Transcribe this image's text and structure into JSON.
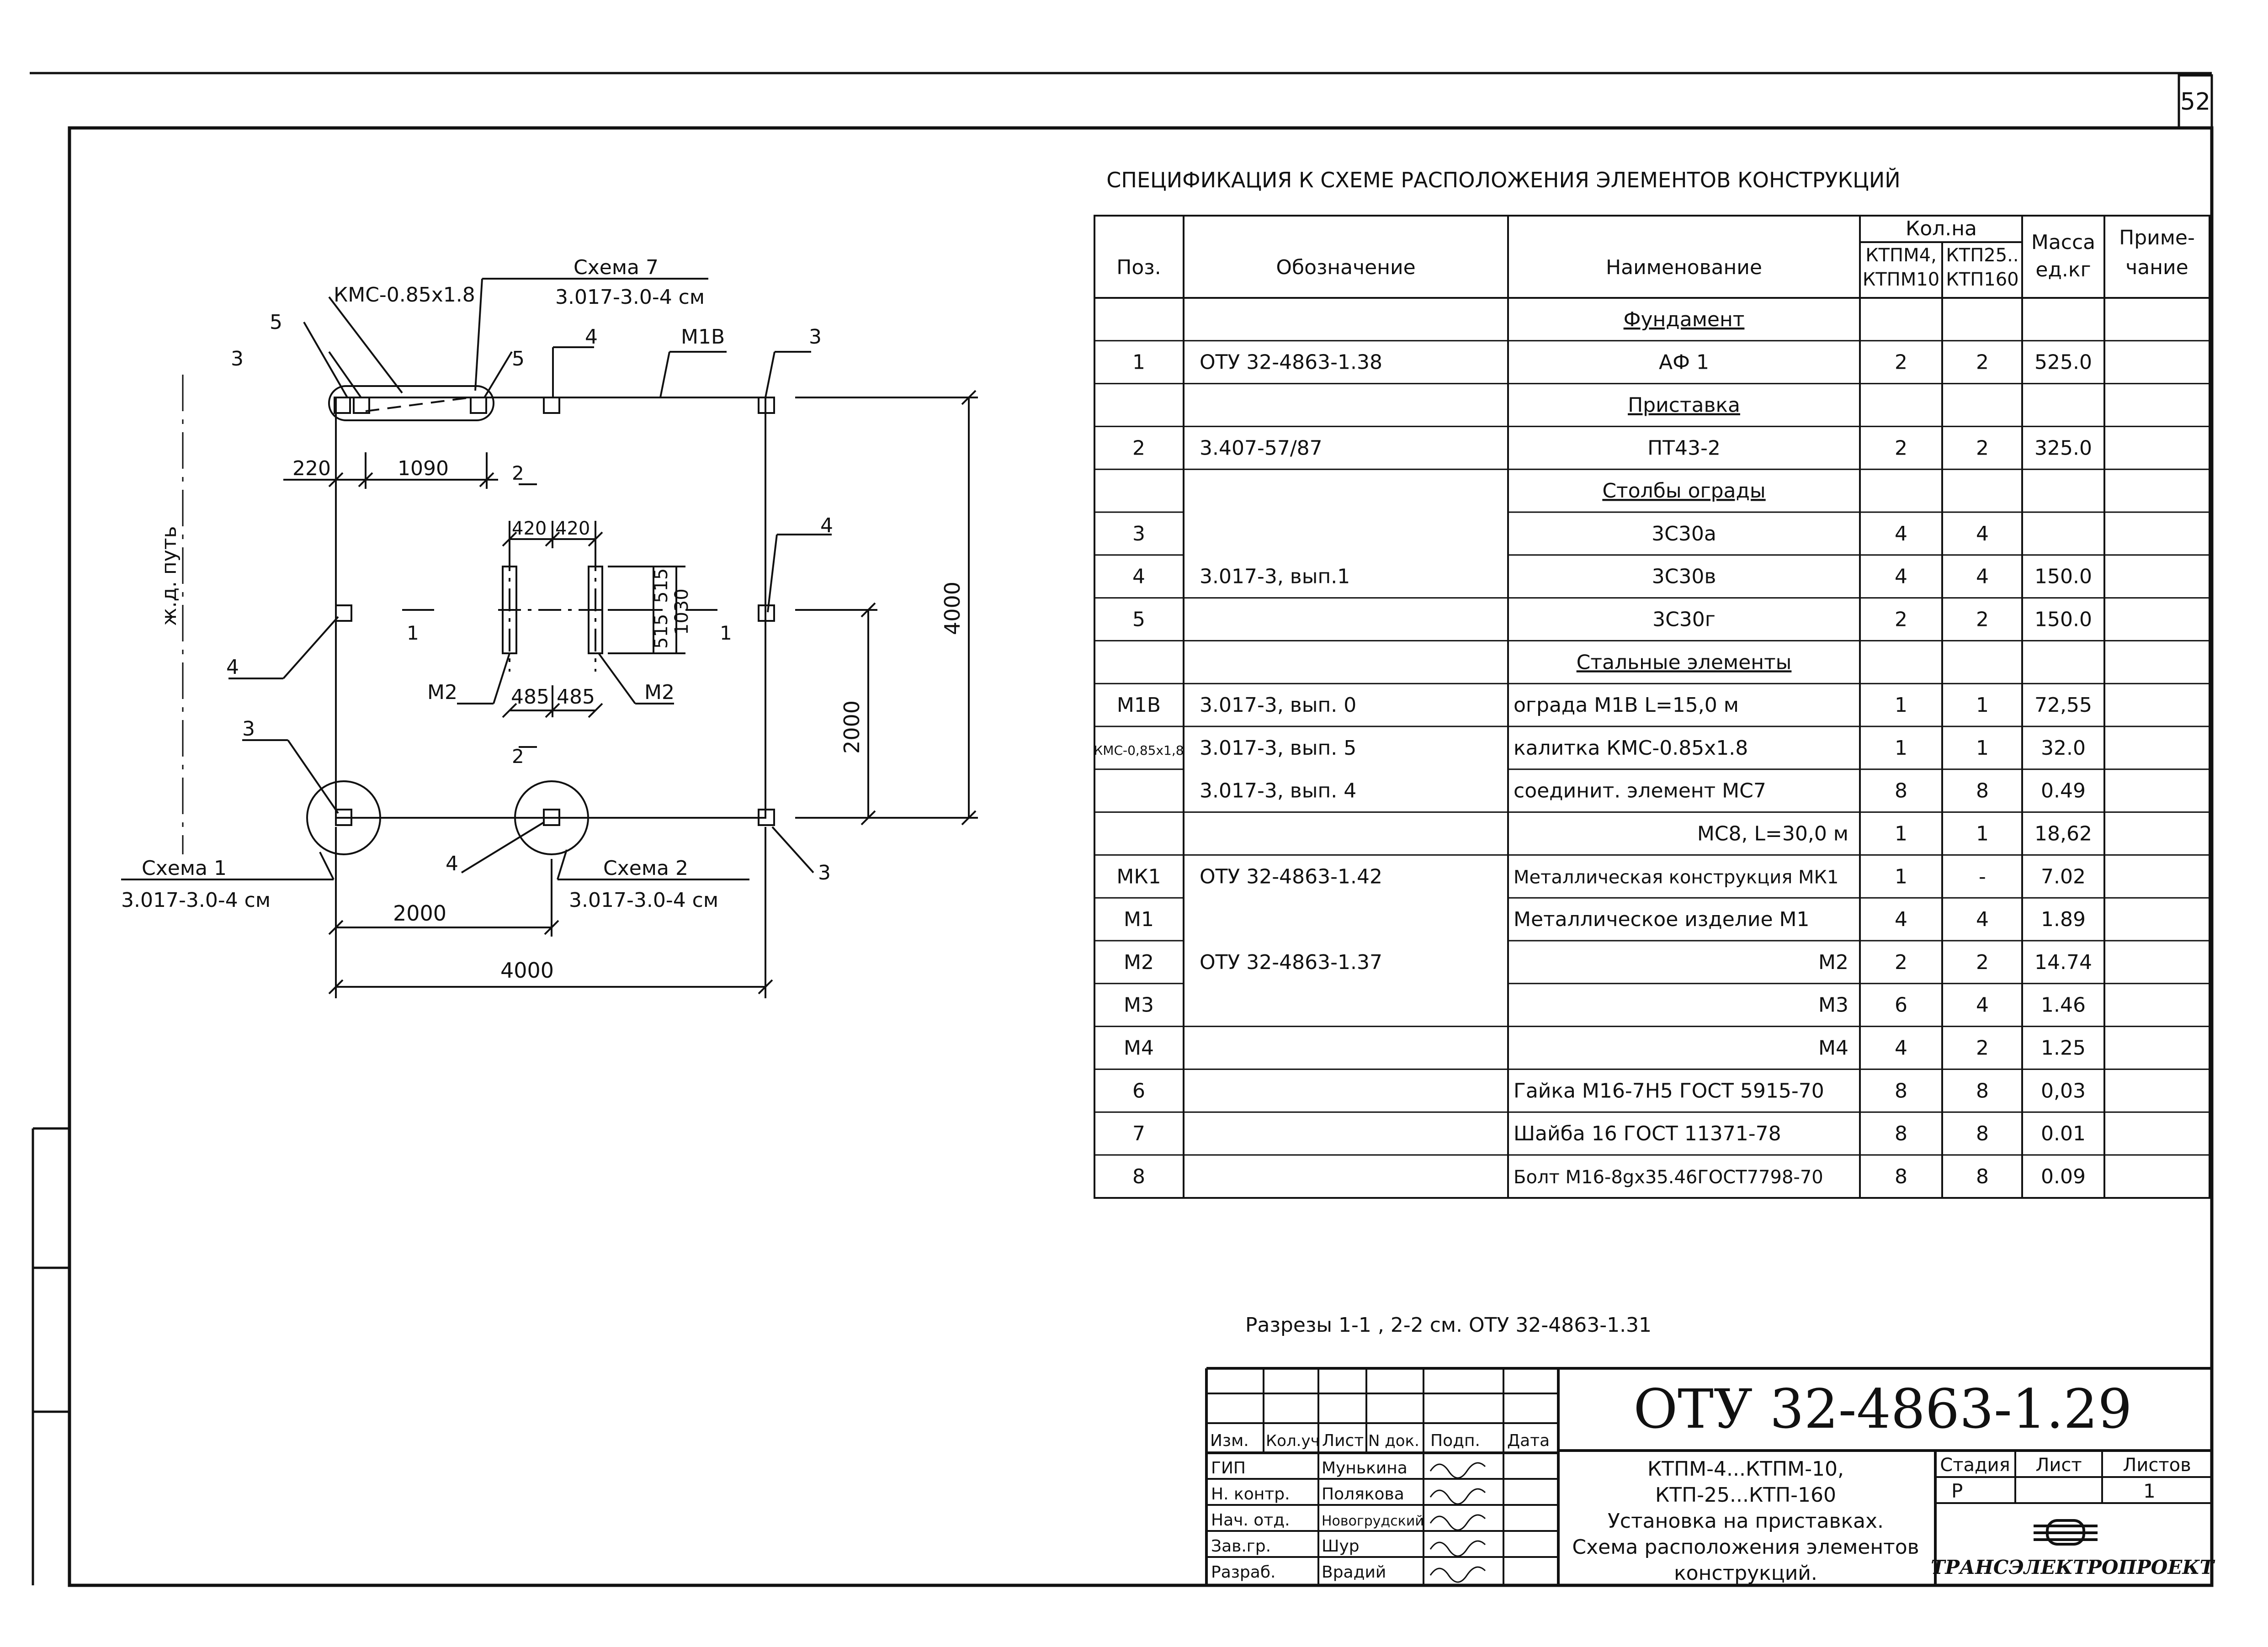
{
  "sheet_number": "52",
  "spec": {
    "title": "СПЕЦИФИКАЦИЯ К СХЕМЕ РАСПОЛОЖЕНИЯ ЭЛЕМЕНТОВ КОНСТРУКЦИЙ",
    "headers": {
      "pos": "Поз.",
      "designation": "Обозначение",
      "name": "Наименование",
      "qty": "Кол.на",
      "qty_a_1": "КТПМ4,",
      "qty_a_2": "КТПМ10",
      "qty_b_1": "КТП25..",
      "qty_b_2": "КТП160",
      "mass_1": "Масса",
      "mass_2": "ед.кг",
      "note_1": "Приме-",
      "note_2": "чание"
    },
    "rows": [
      {
        "pos": "",
        "des": "",
        "name": "Фундамент",
        "a": "",
        "b": "",
        "m": "",
        "group": true
      },
      {
        "pos": "1",
        "des": "ОТУ 32-4863-1.38",
        "name": "АФ 1",
        "a": "2",
        "b": "2",
        "m": "525.0"
      },
      {
        "pos": "",
        "des": "",
        "name": "Приставка",
        "a": "",
        "b": "",
        "m": "",
        "group": true
      },
      {
        "pos": "2",
        "des": "3.407-57/87",
        "name": "ПТ43-2",
        "a": "2",
        "b": "2",
        "m": "325.0"
      },
      {
        "pos": "",
        "des": "",
        "name": "Столбы ограды",
        "a": "",
        "b": "",
        "m": "",
        "group": true
      },
      {
        "pos": "3",
        "des": "",
        "name": "3С30а",
        "a": "4",
        "b": "4",
        "m": ""
      },
      {
        "pos": "4",
        "des": "3.017-3, вып.1",
        "name": "3С30в",
        "a": "4",
        "b": "4",
        "m": "150.0"
      },
      {
        "pos": "5",
        "des": "",
        "name": "3С30г",
        "a": "2",
        "b": "2",
        "m": "150.0"
      },
      {
        "pos": "",
        "des": "",
        "name": "Стальные элементы",
        "a": "",
        "b": "",
        "m": "",
        "group": true
      },
      {
        "pos": "М1В",
        "des": "3.017-3, вып. 0",
        "name": "ограда М1В L=15,0 м",
        "a": "1",
        "b": "1",
        "m": "72,55"
      },
      {
        "pos": "КМС-0,85х1,8",
        "des": "3.017-3, вып. 5",
        "name": "калитка КМС-0.85х1.8",
        "a": "1",
        "b": "1",
        "m": "32.0"
      },
      {
        "pos": "",
        "des": "3.017-3, вып. 4",
        "name": "соединит. элемент МС7",
        "a": "8",
        "b": "8",
        "m": "0.49"
      },
      {
        "pos": "",
        "des": "",
        "name": "МС8, L=30,0 м",
        "a": "1",
        "b": "1",
        "m": "18,62"
      },
      {
        "pos": "МК1",
        "des": "ОТУ 32-4863-1.42",
        "name": "Металлическая конструкция МК1",
        "a": "1",
        "b": "-",
        "m": "7.02"
      },
      {
        "pos": "М1",
        "des": "",
        "name": "Металлическое изделие М1",
        "a": "4",
        "b": "4",
        "m": "1.89"
      },
      {
        "pos": "М2",
        "des": "ОТУ 32-4863-1.37",
        "name": "М2",
        "a": "2",
        "b": "2",
        "m": "14.74"
      },
      {
        "pos": "М3",
        "des": "",
        "name": "М3",
        "a": "6",
        "b": "4",
        "m": "1.46"
      },
      {
        "pos": "М4",
        "des": "",
        "name": "М4",
        "a": "4",
        "b": "2",
        "m": "1.25"
      },
      {
        "pos": "6",
        "des": "",
        "name": "Гайка М16-7Н5 ГОСТ 5915-70",
        "a": "8",
        "b": "8",
        "m": "0,03"
      },
      {
        "pos": "7",
        "des": "",
        "name": "Шайба 16 ГОСТ 11371-78",
        "a": "8",
        "b": "8",
        "m": "0.01"
      },
      {
        "pos": "8",
        "des": "",
        "name": "Болт М16-8gх35.46ГОСТ7798-70",
        "a": "8",
        "b": "8",
        "m": "0.09"
      }
    ]
  },
  "section_note": "Разрезы 1-1 , 2-2 см. ОТУ 32-4863-1.31",
  "plan": {
    "kms_label": "КМС-0.85х1.8",
    "scheme7_1": "Схема 7",
    "scheme7_2": "3.017-3.0-4 см",
    "scheme1_1": "Схема 1",
    "scheme1_2": "3.017-3.0-4 см",
    "scheme2_1": "Схема 2",
    "scheme2_2": "3.017-3.0-4 см",
    "m1v": "М1В",
    "rail": "ж.д. путь",
    "m2": "М2",
    "pos3": "3",
    "pos4": "4",
    "pos5": "5",
    "d220": "220",
    "d1090": "1090",
    "d420": "420",
    "d515": "515",
    "d1030": "1030",
    "d485": "485",
    "d2000": "2000",
    "d4000": "4000",
    "cut1": "1",
    "cut2": "2"
  },
  "stamp": {
    "code": "ОТУ 32-4863-1.29",
    "col_izm": "Изм.",
    "col_kol": "Кол.уч",
    "col_list": "Лист",
    "col_ndok": "N док.",
    "col_podp": "Подп.",
    "col_data": "Дата",
    "roles": [
      {
        "role": "ГИП",
        "person": "Мунькина"
      },
      {
        "role": "Н. контр.",
        "person": "Полякова"
      },
      {
        "role": "Нач. отд.",
        "person": "Новогрудский"
      },
      {
        "role": "Зав.гр.",
        "person": "Шур"
      },
      {
        "role": "Разраб.",
        "person": "Врадий"
      }
    ],
    "desc_1": "КТПМ-4...КТПМ-10,",
    "desc_2": "КТП-25...КТП-160",
    "desc_3": "Установка на приставках.",
    "desc_4": "Схема расположения элементов",
    "desc_5": "конструкций.",
    "stage_label": "Стадия",
    "sheet_label": "Лист",
    "sheets_label": "Листов",
    "stage": "Р",
    "sheets": "1",
    "company": "ТРАНСЭЛЕКТРОПРОЕКТ"
  }
}
